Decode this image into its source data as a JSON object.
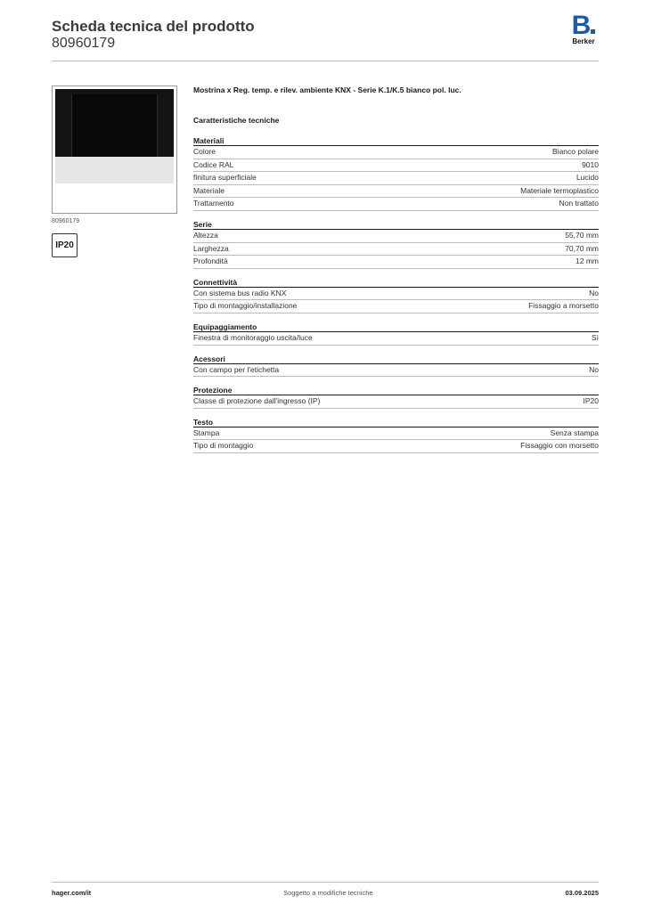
{
  "header": {
    "title": "Scheda tecnica del prodotto",
    "code": "80960179",
    "logo_letter": "B",
    "logo_name": "Berker"
  },
  "sidebar": {
    "image_code": "80960179",
    "ip_badge": "IP20"
  },
  "product": {
    "description": "Mostrina x Reg. temp. e rilev. ambiente KNX - Serie K.1/K.5 bianco pol. luc.",
    "tech_title": "Caratteristiche tecniche"
  },
  "sections": [
    {
      "title": "Materiali",
      "rows": [
        {
          "label": "Colore",
          "value": "Bianco polare"
        },
        {
          "label": "Codice RAL",
          "value": "9010"
        },
        {
          "label": "finitura superficiale",
          "value": "Lucido"
        },
        {
          "label": "Materiale",
          "value": "Materiale termoplastico"
        },
        {
          "label": "Trattamento",
          "value": "Non trattato"
        }
      ]
    },
    {
      "title": "Serie",
      "rows": [
        {
          "label": "Altezza",
          "value": "55,70 mm"
        },
        {
          "label": "Larghezza",
          "value": "70,70 mm"
        },
        {
          "label": "Profondità",
          "value": "12 mm"
        }
      ]
    },
    {
      "title": "Connettività",
      "rows": [
        {
          "label": "Con sistema bus radio KNX",
          "value": "No"
        },
        {
          "label": "Tipo di montaggio/installazione",
          "value": "Fissaggio a morsetto"
        }
      ]
    },
    {
      "title": "Equipaggiamento",
      "rows": [
        {
          "label": "Finestra di monitoraggio uscita/luce",
          "value": "Sì"
        }
      ]
    },
    {
      "title": "Acessori",
      "rows": [
        {
          "label": "Con campo per l'etichetta",
          "value": "No"
        }
      ]
    },
    {
      "title": "Protezione",
      "rows": [
        {
          "label": "Classe di protezione dall'ingresso (IP)",
          "value": "IP20"
        }
      ]
    },
    {
      "title": "Testo",
      "rows": [
        {
          "label": "Stampa",
          "value": "Senza stampa"
        },
        {
          "label": "Tipo di montaggio",
          "value": "Fissaggio con morsetto"
        }
      ]
    }
  ],
  "footer": {
    "left": "hager.com/it",
    "center": "Soggetto a modifiche tecniche",
    "right": "03.09.2025"
  }
}
